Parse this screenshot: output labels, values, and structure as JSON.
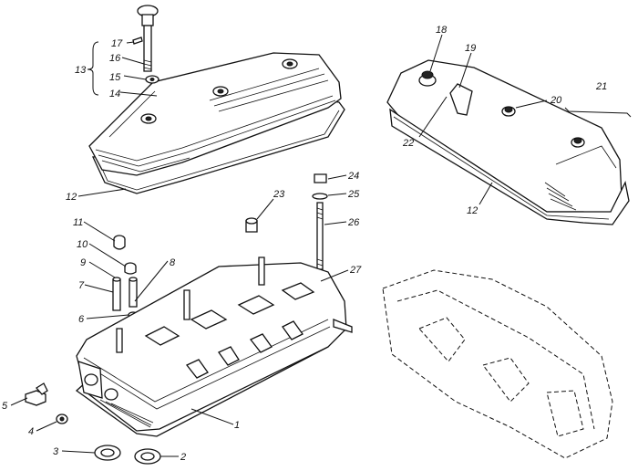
{
  "callouts": [
    {
      "id": "c1",
      "text": "1"
    },
    {
      "id": "c2",
      "text": "2"
    },
    {
      "id": "c3",
      "text": "3"
    },
    {
      "id": "c4",
      "text": "4"
    },
    {
      "id": "c5",
      "text": "5"
    },
    {
      "id": "c6",
      "text": "6"
    },
    {
      "id": "c7",
      "text": "7"
    },
    {
      "id": "c8",
      "text": "8"
    },
    {
      "id": "c9",
      "text": "9"
    },
    {
      "id": "c10",
      "text": "10"
    },
    {
      "id": "c11",
      "text": "11"
    },
    {
      "id": "c12a",
      "text": "12"
    },
    {
      "id": "c12b",
      "text": "12"
    },
    {
      "id": "c13",
      "text": "13"
    },
    {
      "id": "c14",
      "text": "14"
    },
    {
      "id": "c15",
      "text": "15"
    },
    {
      "id": "c16",
      "text": "16"
    },
    {
      "id": "c17",
      "text": "17"
    },
    {
      "id": "c18",
      "text": "18"
    },
    {
      "id": "c19",
      "text": "19"
    },
    {
      "id": "c20",
      "text": "20"
    },
    {
      "id": "c21",
      "text": "21"
    },
    {
      "id": "c22",
      "text": "22"
    },
    {
      "id": "c23",
      "text": "23"
    },
    {
      "id": "c24",
      "text": "24"
    },
    {
      "id": "c25",
      "text": "25"
    },
    {
      "id": "c26",
      "text": "26"
    },
    {
      "id": "c27",
      "text": "27"
    }
  ]
}
